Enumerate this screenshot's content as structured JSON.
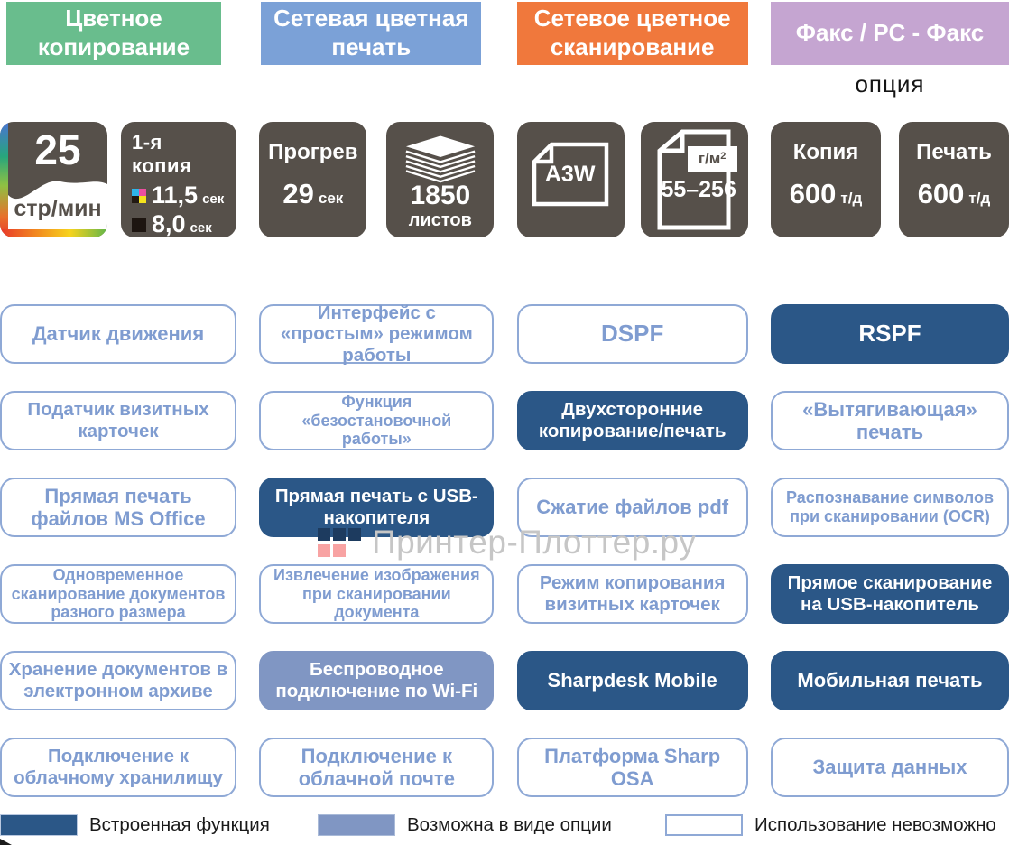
{
  "colors": {
    "header_copy_green": "#69bd8d",
    "header_print_blue": "#7ba1d7",
    "header_scan_orange": "#f0783c",
    "header_fax_purple": "#c5a5d1",
    "spec_badge_bg": "#56504a",
    "builtin_blue": "#2b5787",
    "option_blue": "#8096c3",
    "outline_border": "#8fa9d6",
    "outline_text": "#7f9cd0",
    "watermark_gray": "#c6c6c6",
    "watermark_navy": "#1d3b5f",
    "watermark_pink": "#f8a3a3"
  },
  "headers": {
    "items": [
      {
        "label": "Цветное копирование"
      },
      {
        "label": "Сетевая цветная печать"
      },
      {
        "label": "Сетевое цветное сканирование"
      },
      {
        "label": "Факс / PC - Факс",
        "note": "опция"
      }
    ]
  },
  "specs": {
    "speed": {
      "value": "25",
      "unit": "стр/мин"
    },
    "first_copy": {
      "title": "1-я копия",
      "color_time": "11,5",
      "color_unit": "сек",
      "mono_time": "8,0",
      "mono_unit": "сек"
    },
    "warmup": {
      "title": "Прогрев",
      "value": "29",
      "unit": "сек"
    },
    "capacity": {
      "value": "1850",
      "unit": "листов"
    },
    "paper_size": {
      "value": "A3W"
    },
    "paper_weight": {
      "label": "г/м",
      "sup": "2",
      "value": "55–256"
    },
    "copy_resolution": {
      "title": "Копия",
      "value": "600",
      "unit": "т/д"
    },
    "print_resolution": {
      "title": "Печать",
      "value": "600",
      "unit": "т/д"
    }
  },
  "features": {
    "cells": [
      {
        "label": "Датчик движения",
        "status": "no"
      },
      {
        "label": "Интерфейс с «простым» режимом работы",
        "status": "no"
      },
      {
        "label": "DSPF",
        "status": "no"
      },
      {
        "label": "RSPF",
        "status": "builtin"
      },
      {
        "label": "Податчик визитных карточек",
        "status": "no"
      },
      {
        "label": "Функция «безостановочной работы»",
        "status": "no"
      },
      {
        "label": "Двухсторонние копирование/печать",
        "status": "builtin"
      },
      {
        "label": "«Вытягивающая» печать",
        "status": "no"
      },
      {
        "label": "Прямая печать файлов MS Office",
        "status": "no"
      },
      {
        "label": "Прямая печать с USB-накопителя",
        "status": "builtin"
      },
      {
        "label": "Сжатие файлов pdf",
        "status": "no"
      },
      {
        "label": "Распознавание символов при сканировании (OCR)",
        "status": "no"
      },
      {
        "label": "Одновременное сканирование документов разного размера",
        "status": "no"
      },
      {
        "label": "Извлечение изображения при сканировании документа",
        "status": "no"
      },
      {
        "label": "Режим копирования визитных карточек",
        "status": "no"
      },
      {
        "label": "Прямое сканирование на  USB-накопитель",
        "status": "builtin"
      },
      {
        "label": "Хранение документов в электронном архиве",
        "status": "no"
      },
      {
        "label": "Беспроводное подключение по Wi-Fi",
        "status": "option"
      },
      {
        "label": "Sharpdesk Mobile",
        "status": "builtin"
      },
      {
        "label": "Мобильная печать",
        "status": "builtin"
      },
      {
        "label": "Подключение к облачному хранилищу",
        "status": "no"
      },
      {
        "label": "Подключение к облачной почте",
        "status": "no"
      },
      {
        "label": "Платформа Sharp OSA",
        "status": "no"
      },
      {
        "label": "Защита данных",
        "status": "no"
      }
    ]
  },
  "legend": {
    "items": [
      {
        "label": "Встроенная функция",
        "status": "builtin"
      },
      {
        "label": "Возможна в виде опции",
        "status": "option"
      },
      {
        "label": "Использование невозможно",
        "status": "no"
      }
    ]
  },
  "watermark": {
    "text": "Принтер-Плоттер.ру"
  }
}
